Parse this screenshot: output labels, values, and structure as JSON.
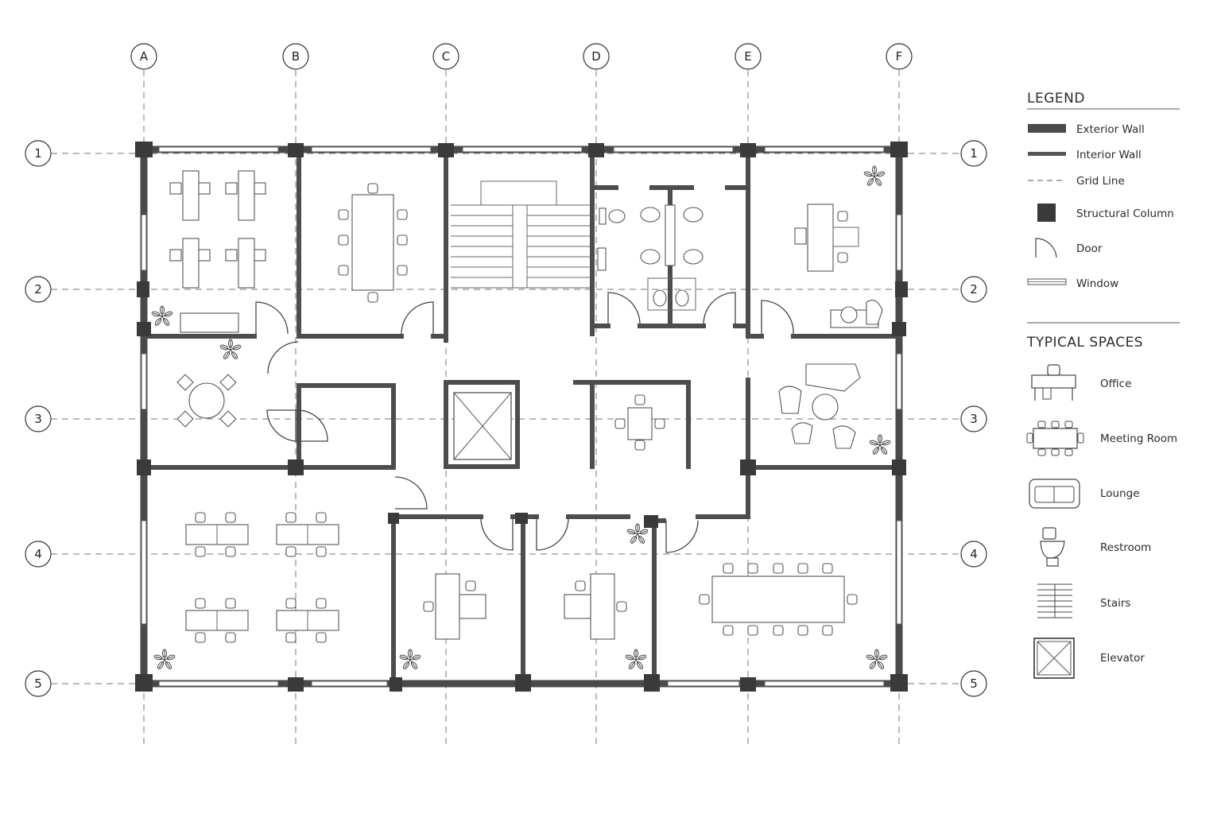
{
  "grid": {
    "columns": [
      "A",
      "B",
      "C",
      "D",
      "E",
      "F"
    ],
    "rows": [
      "1",
      "2",
      "3",
      "4",
      "5"
    ]
  },
  "legend": {
    "title": "LEGEND",
    "items": [
      {
        "label": "Exterior Wall",
        "icon": "exterior-wall-icon"
      },
      {
        "label": "Interior Wall",
        "icon": "interior-wall-icon"
      },
      {
        "label": "Grid Line",
        "icon": "grid-line-icon"
      },
      {
        "label": "Structural Column",
        "icon": "structural-column-icon"
      },
      {
        "label": "Door",
        "icon": "door-icon"
      },
      {
        "label": "Window",
        "icon": "window-icon"
      }
    ]
  },
  "typical_spaces": {
    "title": "TYPICAL SPACES",
    "items": [
      {
        "label": "Office",
        "icon": "office-icon"
      },
      {
        "label": "Meeting Room",
        "icon": "meeting-room-icon"
      },
      {
        "label": "Lounge",
        "icon": "lounge-icon"
      },
      {
        "label": "Restroom",
        "icon": "restroom-icon"
      },
      {
        "label": "Stairs",
        "icon": "stairs-icon"
      },
      {
        "label": "Elevator",
        "icon": "elevator-icon"
      }
    ]
  },
  "colors": {
    "wall": "#4a4a4a",
    "column": "#3a3a3a",
    "line": "#777777",
    "background": "#ffffff"
  }
}
